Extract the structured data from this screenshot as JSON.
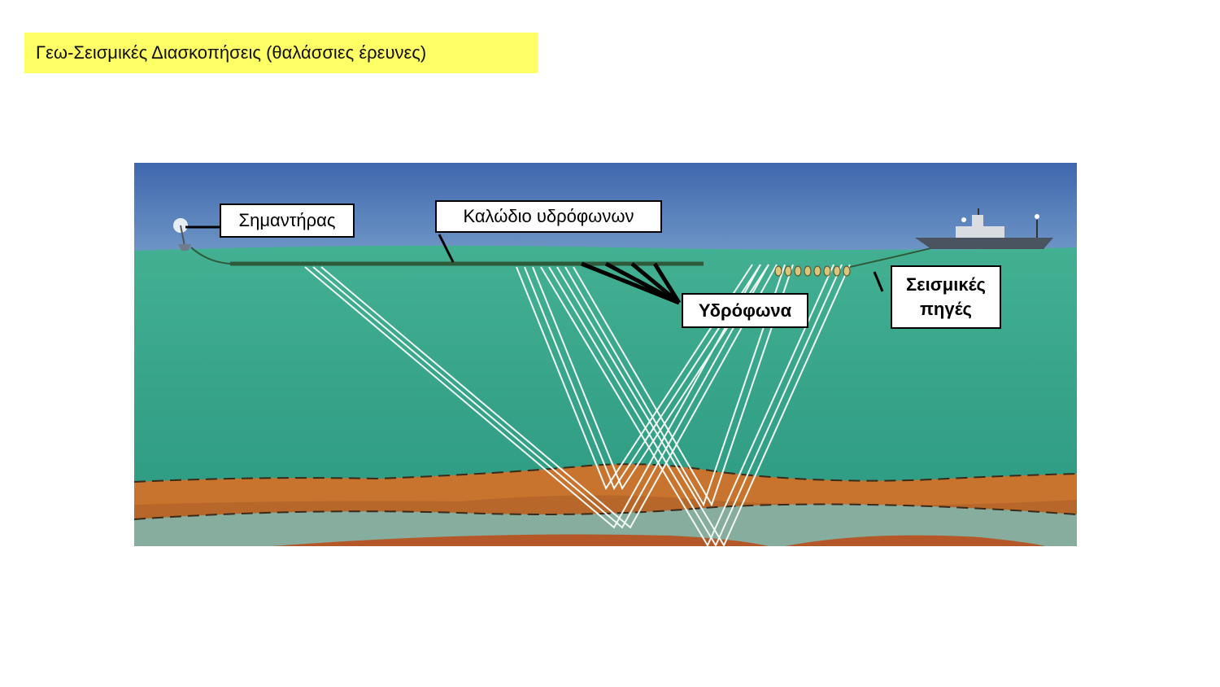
{
  "title": "Γεω-Σεισμικές Διασκοπήσεις (θαλάσσιες έρευνες)",
  "labels": {
    "buoy": "Σημαντήρας",
    "cable": "Καλώδιο υδρόφωνων",
    "hydrophones": "Υδρόφωνα",
    "sources_line1": "Σεισμικές",
    "sources_line2": "πηγές"
  },
  "colors": {
    "title_bg": "#ffff66",
    "sky": "#4a78b8",
    "sea": "#3aa88c",
    "sediment": "#c8742f",
    "rock": "#7fa89a",
    "ray": "#f2f8f2"
  },
  "icons": [
    "buoy-icon",
    "ship-icon",
    "seismic-source-array-icon"
  ]
}
